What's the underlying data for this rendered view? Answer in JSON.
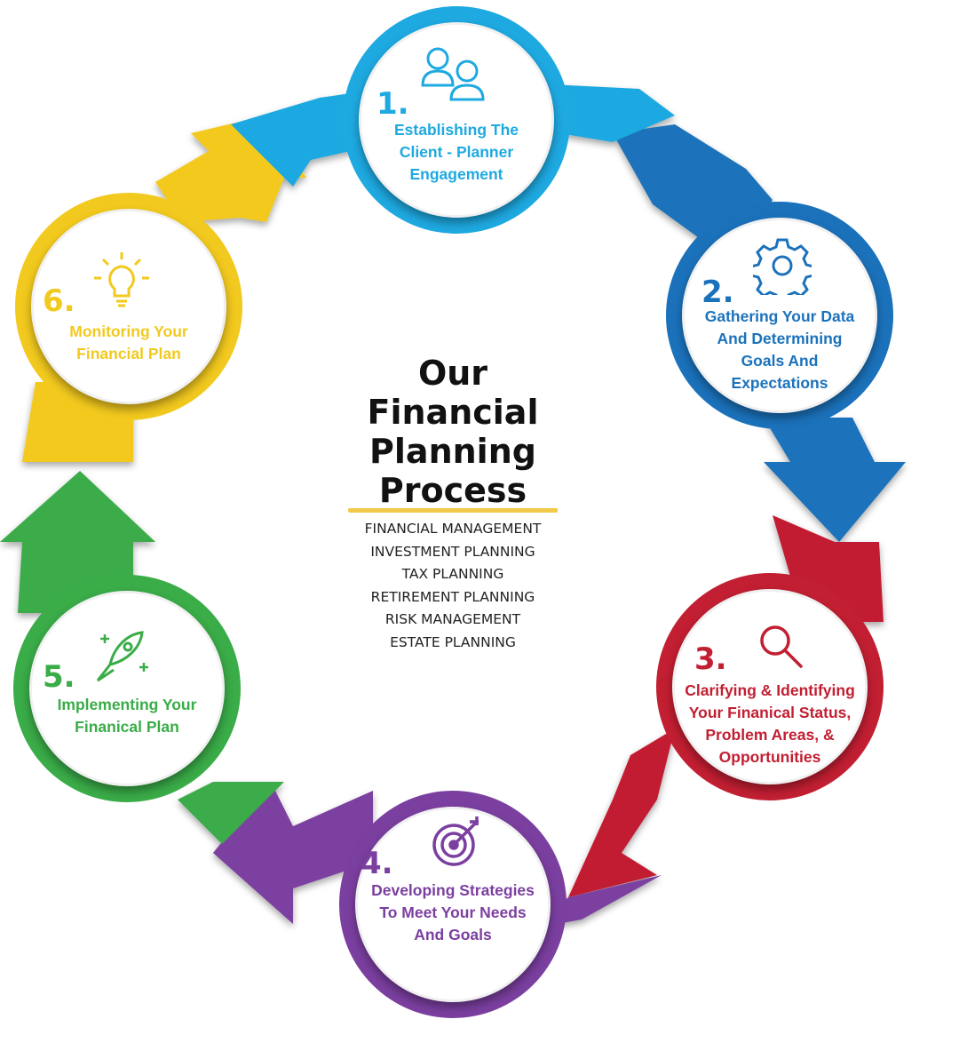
{
  "center": {
    "title": "Our\nFinancial\nPlanning\nProcess",
    "topics": [
      "FINANCIAL MANAGEMENT",
      "INVESTMENT PLANNING",
      "TAX PLANNING",
      "RETIREMENT PLANNING",
      "RISK MANAGEMENT",
      "ESTATE PLANNING"
    ],
    "underline_color": "#f3c94a"
  },
  "steps": [
    {
      "number": "1.",
      "label": "Establishing The\nClient - Planner\nEngagement",
      "icon": "people-icon",
      "color": "#1ea9e1"
    },
    {
      "number": "2.",
      "label": "Gathering Your Data\nAnd Determining\nGoals And\nExpectations",
      "icon": "gear-icon",
      "color": "#1b72bb"
    },
    {
      "number": "3.",
      "label": "Clarifying & Identifying\nYour Finanical Status,\nProblem Areas, &\nOpportunities",
      "icon": "magnifier-icon",
      "color": "#c21f32"
    },
    {
      "number": "4.",
      "label": "Developing Strategies\nTo Meet Your Needs\nAnd Goals",
      "icon": "target-icon",
      "color": "#7b3fa0"
    },
    {
      "number": "5.",
      "label": "Implementing Your\nFinanical Plan",
      "icon": "rocket-icon",
      "color": "#3aac48"
    },
    {
      "number": "6.",
      "label": "Monitoring Your\nFinancial Plan",
      "icon": "lightbulb-icon",
      "color": "#f2c91e"
    }
  ]
}
